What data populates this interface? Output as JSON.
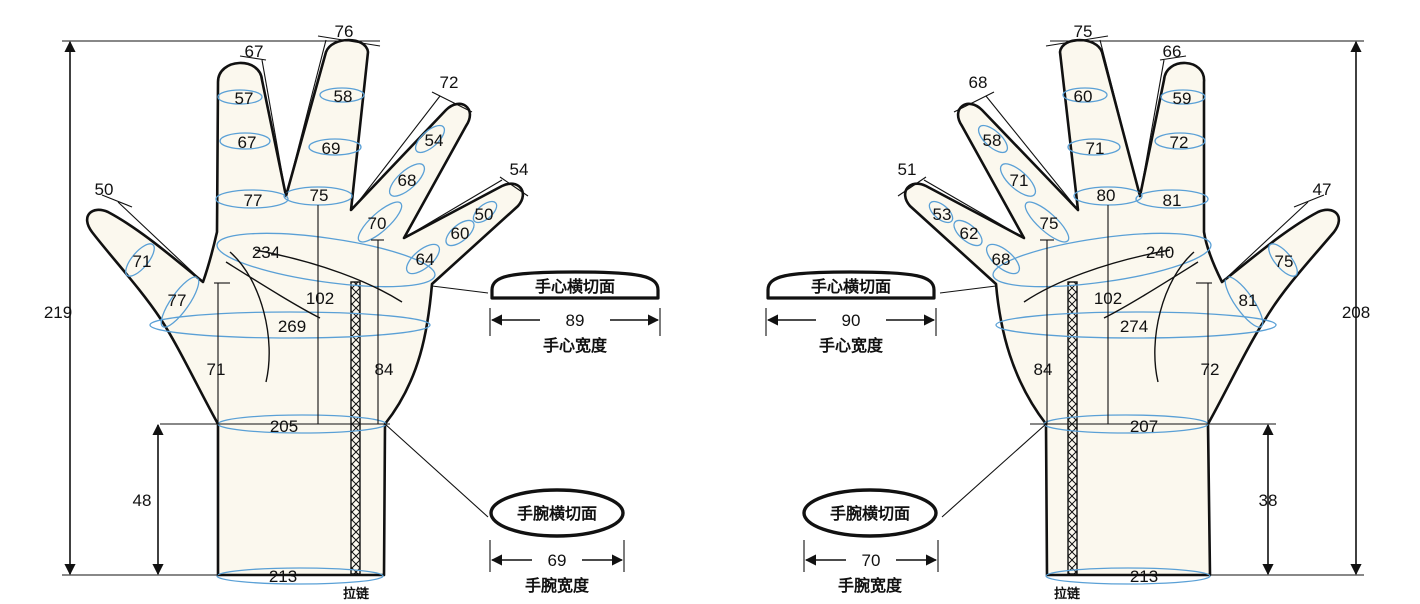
{
  "left_glove": {
    "total_height": "219",
    "wrist_height": "48",
    "thumb_tip": "50",
    "thumb_mid": "71",
    "thumb_base": "77",
    "index_tip": "67",
    "index_upper": "57",
    "index_mid": "67",
    "index_base": "77",
    "middle_tip": "76",
    "middle_upper": "58",
    "middle_mid": "69",
    "middle_base": "75",
    "ring_tip": "72",
    "ring_upper": "54",
    "ring_mid": "68",
    "ring_base": "70",
    "little_tip": "54",
    "little_upper": "50",
    "little_mid": "60",
    "little_base": "64",
    "palm_upper": "234",
    "palm_circ": "269",
    "palm_len": "102",
    "thumb_side_len": "71",
    "side_len": "84",
    "wrist_circ": "205",
    "cuff_circ": "213",
    "zipper": "拉链",
    "palm_section": "手心横切面",
    "palm_width": "89",
    "palm_width_label": "手心宽度",
    "wrist_section": "手腕横切面",
    "wrist_width": "69",
    "wrist_width_label": "手腕宽度"
  },
  "right_glove": {
    "total_height": "208",
    "wrist_height": "38",
    "thumb_tip": "47",
    "thumb_mid": "75",
    "thumb_base": "81",
    "index_tip": "66",
    "index_upper": "59",
    "index_mid": "72",
    "index_base": "81",
    "middle_tip": "75",
    "middle_upper": "60",
    "middle_mid": "71",
    "middle_base": "80",
    "ring_tip": "68",
    "ring_upper": "58",
    "ring_mid": "71",
    "ring_base": "75",
    "little_tip": "51",
    "little_upper": "53",
    "little_mid": "62",
    "little_base": "68",
    "palm_upper": "240",
    "palm_circ": "274",
    "palm_len": "102",
    "thumb_side_len": "72",
    "side_len": "84",
    "wrist_circ": "207",
    "cuff_circ": "213",
    "zipper": "拉链",
    "palm_section": "手心横切面",
    "palm_width": "90",
    "palm_width_label": "手心宽度",
    "wrist_section": "手腕横切面",
    "wrist_width": "70",
    "wrist_width_label": "手腕宽度"
  }
}
